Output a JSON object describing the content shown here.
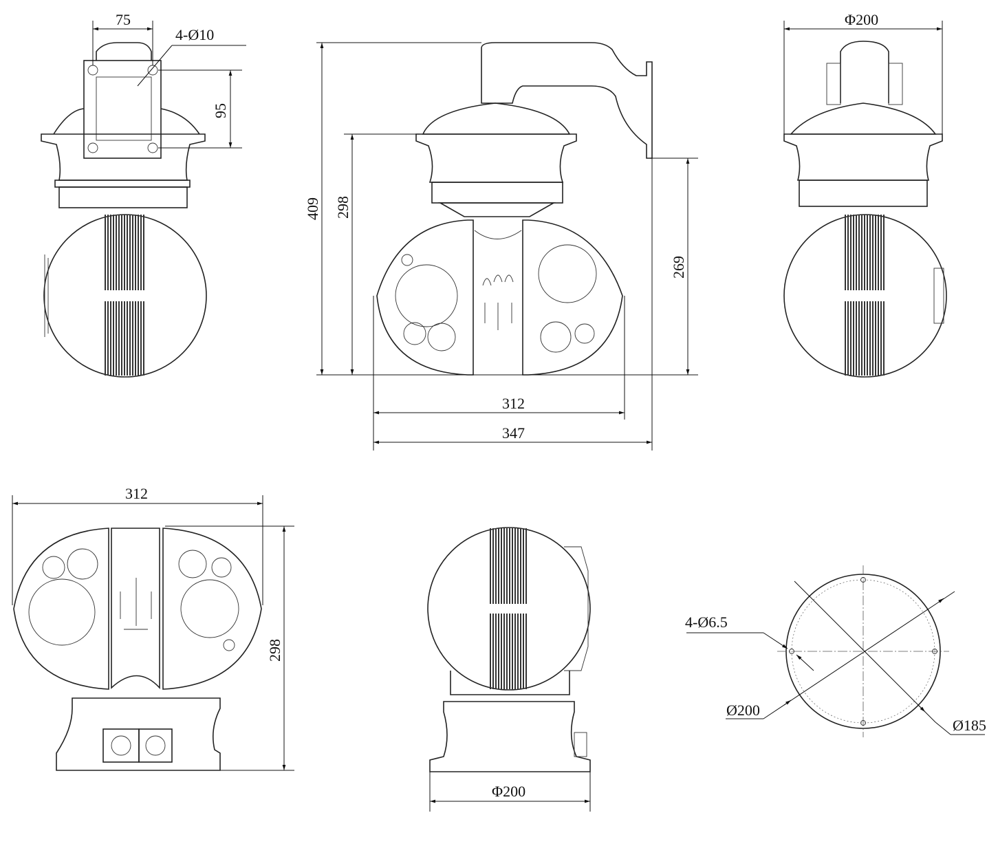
{
  "drawing": {
    "side_view": {
      "width_label": "75",
      "holes_label": "4-Ø10",
      "height_label": "95"
    },
    "front_view": {
      "total_height_label": "409",
      "body_height_label": "298",
      "mount_height_label": "269",
      "body_width_label": "312",
      "total_width_label": "347"
    },
    "right_view": {
      "diameter_label": "Φ200"
    },
    "rear_view": {
      "width_label": "312",
      "height_label": "298"
    },
    "bottom_side_view": {
      "diameter_label": "Φ200"
    },
    "base_plate_view": {
      "holes_label": "4-Ø6.5",
      "outer_label": "Ø200",
      "bolt_circle_label": "Ø185"
    }
  }
}
